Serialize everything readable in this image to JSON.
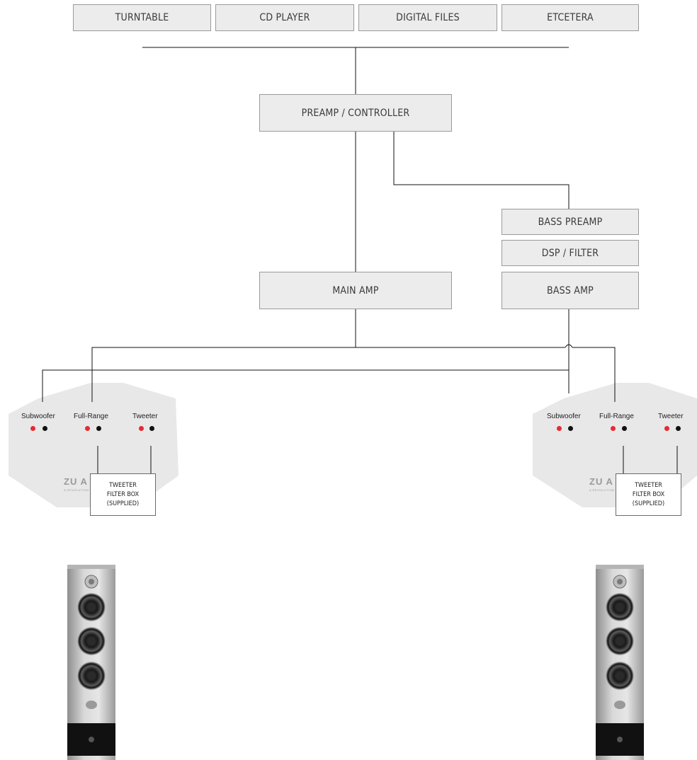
{
  "sources": [
    "TURNTABLE",
    "CD PLAYER",
    "DIGITAL FILES",
    "ETCETERA"
  ],
  "preamp": "PREAMP / CONTROLLER",
  "bass_chain": [
    "BASS PREAMP",
    "DSP / FILTER",
    "BASS AMP"
  ],
  "main_amp": "MAIN AMP",
  "left_plate": {
    "terminals": [
      "Subwoofer",
      "Full-Range",
      "Tweeter"
    ],
    "logo": "ZU A",
    "logo_sub": "A REVOLUTION",
    "filter_box": [
      "TWEETER",
      "FILTER BOX",
      "(SUPPLIED)"
    ]
  },
  "right_plate": {
    "terminals": [
      "Subwoofer",
      "Full-Range",
      "Tweeter"
    ],
    "logo": "ZU A",
    "logo_sub": "A REVOLUTION",
    "filter_box": [
      "TWEETER",
      "FILTER BOX",
      "(SUPPLIED)"
    ]
  },
  "colors": {
    "box_fill": "#ececec",
    "terminal_positive": "#e62a32",
    "terminal_negative": "#111111",
    "plate": "#e8e8e8"
  }
}
